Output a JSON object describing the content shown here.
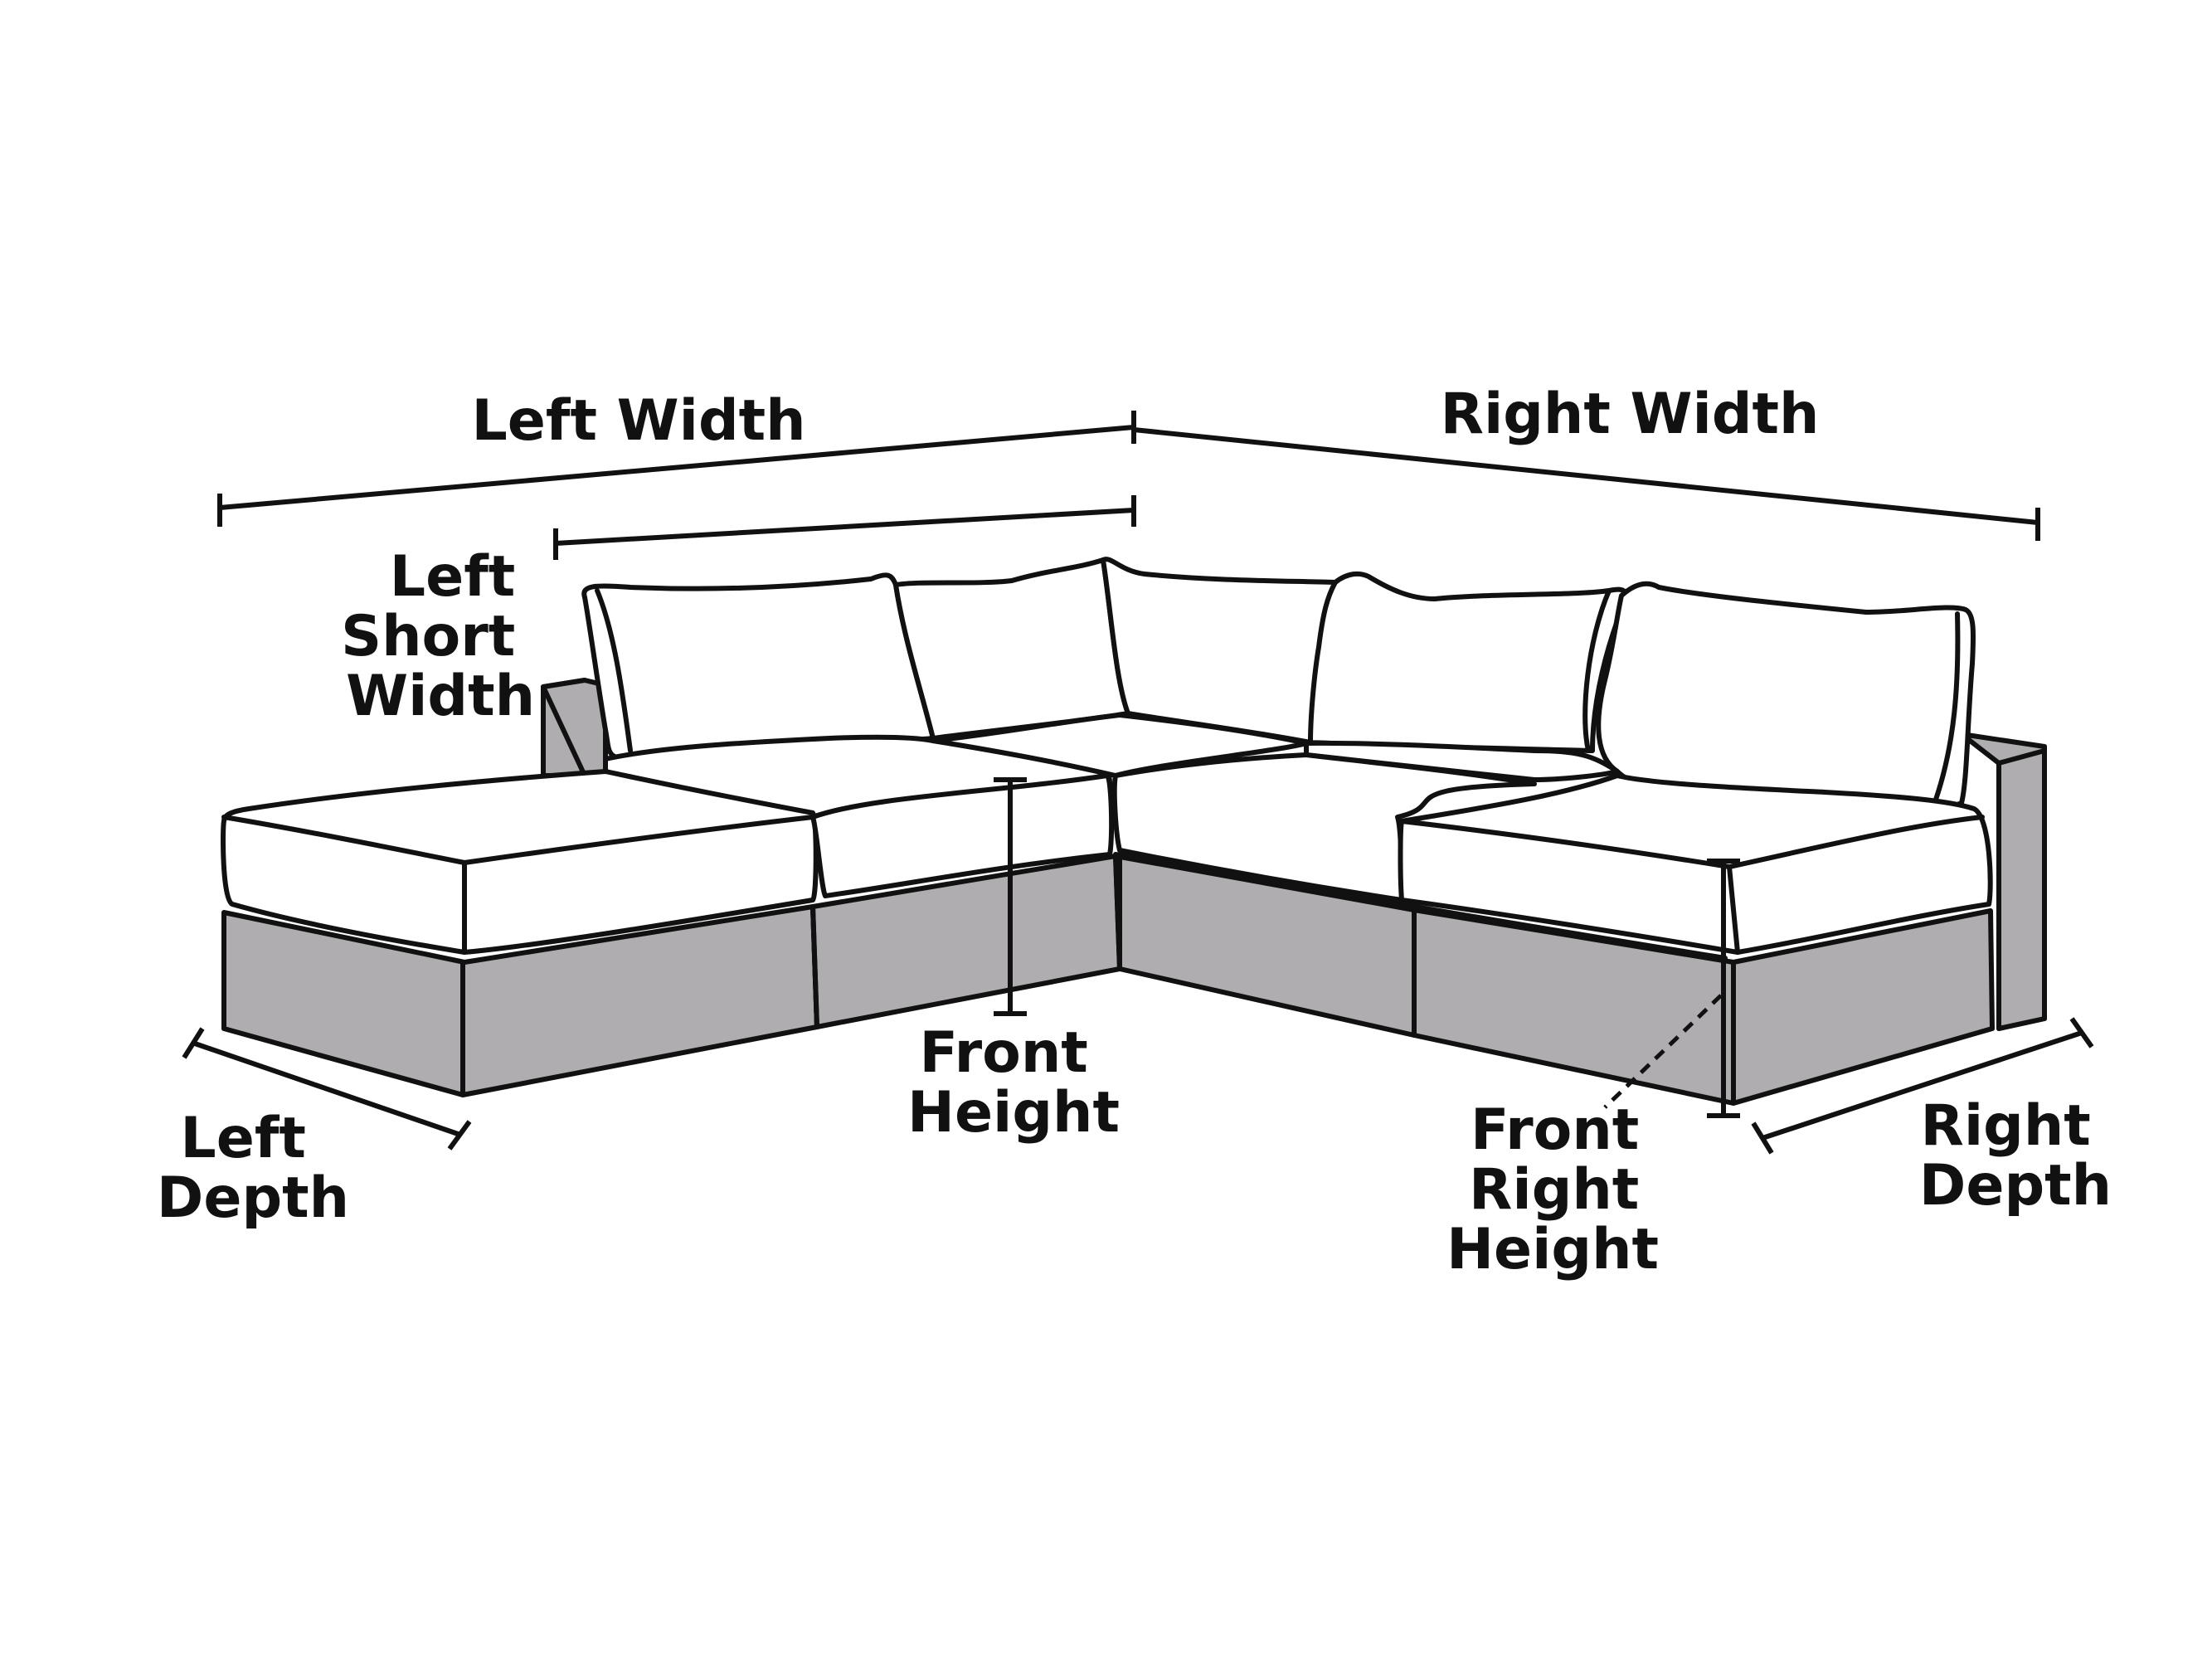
{
  "labels": {
    "left_width": "Left Width",
    "right_width": "Right Width",
    "left_short_width": [
      "Left",
      "Short",
      "Width"
    ],
    "front_height": [
      "Front",
      "Height"
    ],
    "front_right_height": [
      "Front",
      "Right",
      "Height"
    ],
    "left_depth": [
      "Left",
      "Depth"
    ],
    "right_depth": [
      "Right",
      "Depth"
    ]
  },
  "colors": {
    "base": "#afadaf",
    "cushion": "#ffffff",
    "outline": "#111111",
    "background": "#ffffff"
  }
}
